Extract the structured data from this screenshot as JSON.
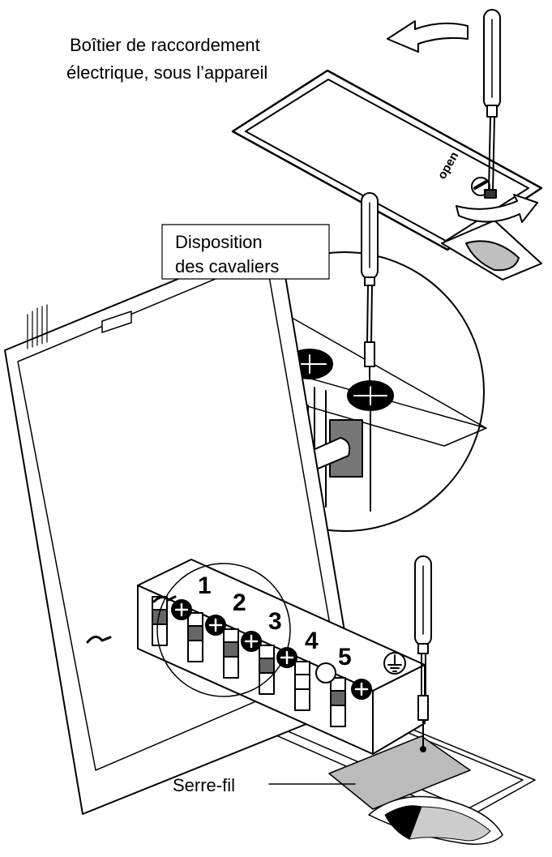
{
  "labels": {
    "junction_box_line1": "Boîtier de raccordement",
    "junction_box_line2": "électrique, sous l’appareil",
    "jumper_line1": "Disposition",
    "jumper_line2": "des cavaliers",
    "cable_clamp": "Serre-fil",
    "open_marking": "open"
  },
  "terminals": [
    "1",
    "2",
    "3",
    "4",
    "5"
  ]
}
